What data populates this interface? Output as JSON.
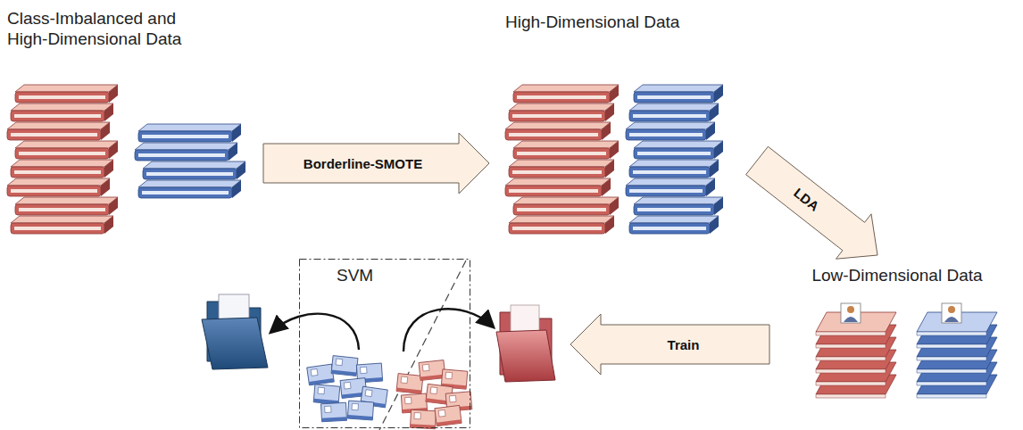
{
  "diagram": {
    "nodes": [
      {
        "text": [
          "Class-Imbalanced and High-Dimensional Data"
        ]
      },
      {
        "text": [
          "High-Dimensional Data"
        ]
      },
      {
        "text": [
          "Low-Dimensional Data"
        ]
      },
      {
        "text": [
          "SVM"
        ]
      }
    ],
    "edges": [
      {
        "from": 0,
        "to": 1,
        "label": "Borderline-SMOTE",
        "arrow": "to"
      },
      {
        "from": 1,
        "to": 2,
        "label": "LDA",
        "arrow": "to"
      },
      {
        "from": 2,
        "to": 3,
        "label": "Train",
        "arrow": "to"
      }
    ]
  }
}
